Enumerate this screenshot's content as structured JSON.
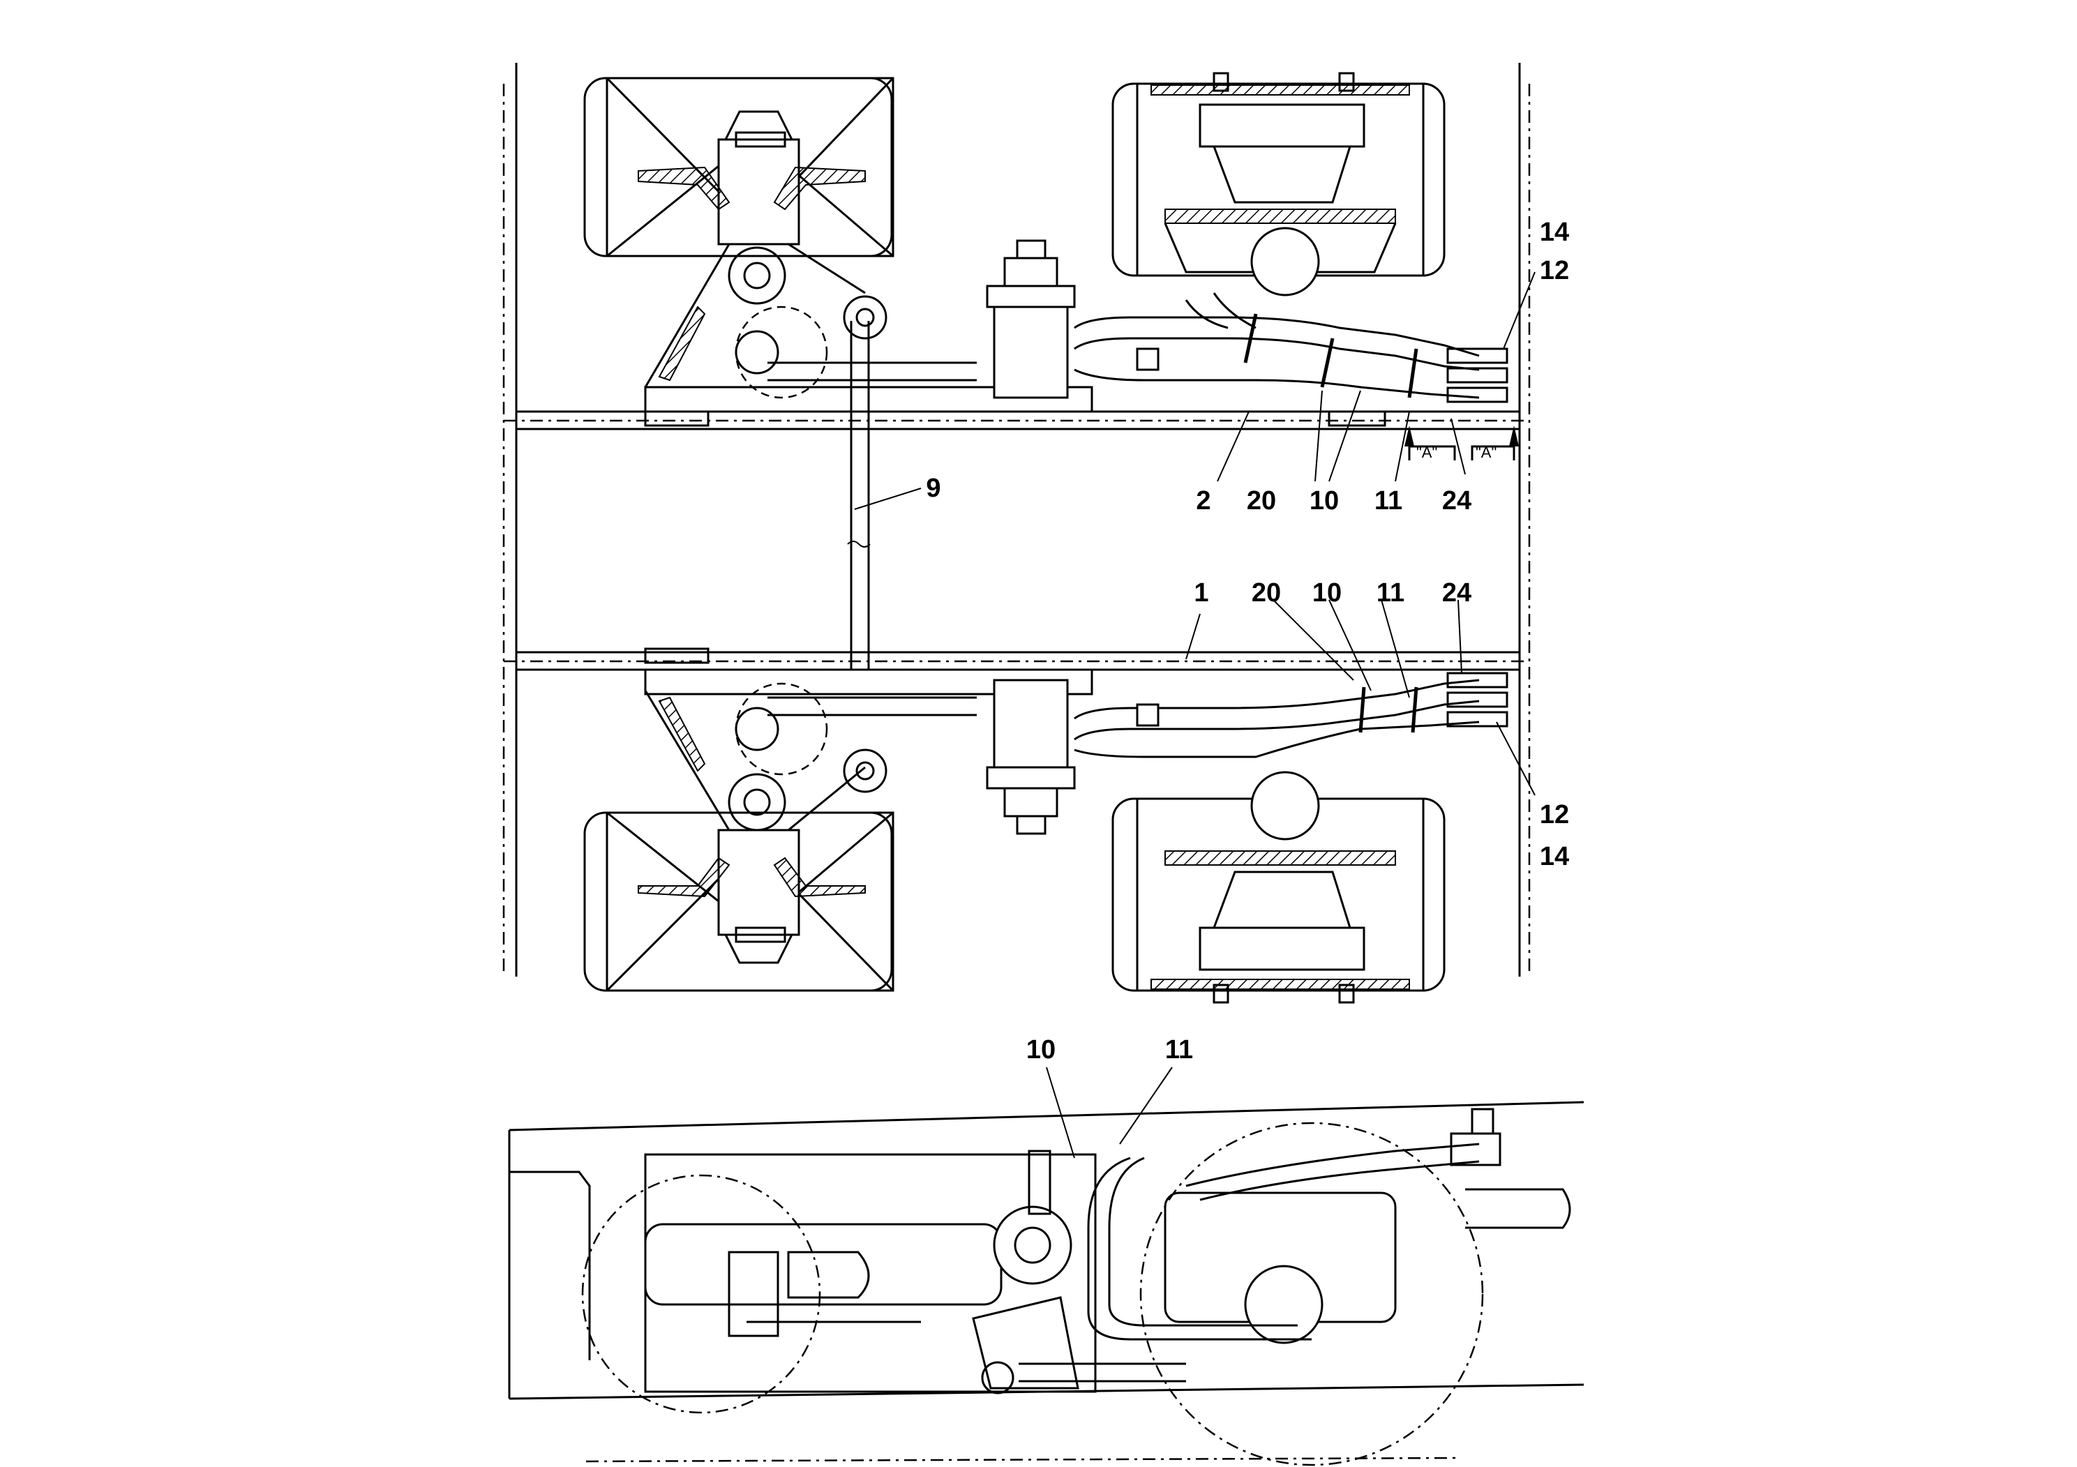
{
  "callouts": {
    "top_view_upper": [
      "14",
      "12",
      "2",
      "20",
      "10",
      "11",
      "24",
      "9"
    ],
    "top_view_lower": [
      "1",
      "20",
      "10",
      "11",
      "24",
      "12",
      "14"
    ],
    "side_view": [
      "10",
      "11"
    ]
  },
  "section_marks": [
    "\"A\"",
    "\"A\""
  ]
}
